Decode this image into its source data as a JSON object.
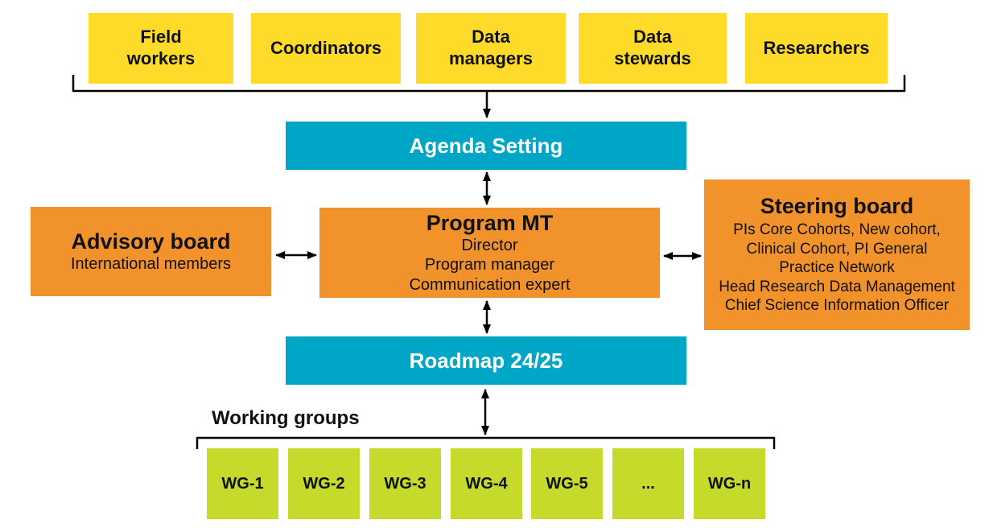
{
  "palette": {
    "yellow": "#FEDB29",
    "cyan": "#00A6C6",
    "orange": "#F2922A",
    "green": "#C5DA2B",
    "line": "#000000",
    "text_dark": "#111111",
    "text_light": "#FFFFFF"
  },
  "stakeholders": {
    "items": [
      "Field\nworkers",
      "Coordinators",
      "Data\nmanagers",
      "Data\nstewards",
      "Researchers"
    ]
  },
  "agenda": {
    "label": "Agenda Setting"
  },
  "advisory": {
    "title": "Advisory board",
    "subtitle": "International members"
  },
  "program": {
    "title": "Program MT",
    "members": [
      "Director",
      "Program manager",
      "Communication expert"
    ]
  },
  "steering": {
    "title": "Steering board",
    "lines": [
      "PIs Core Cohorts, New cohort,",
      "Clinical Cohort, PI General",
      "Practice Network",
      "Head Research Data Management",
      "Chief Science Information Officer"
    ]
  },
  "roadmap": {
    "label": "Roadmap 24/25"
  },
  "working_groups": {
    "title": "Working groups",
    "items": [
      "WG-1",
      "WG-2",
      "WG-3",
      "WG-4",
      "WG-5",
      "...",
      "WG-n"
    ]
  }
}
